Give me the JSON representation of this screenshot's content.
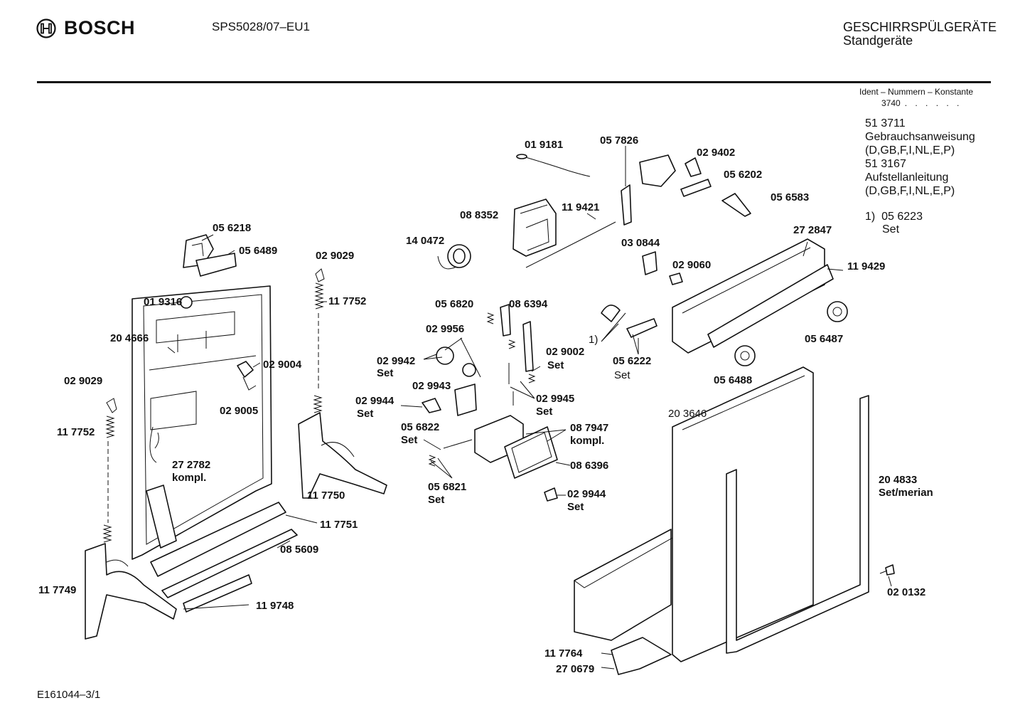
{
  "header": {
    "brand": "BOSCH",
    "model": "SPS5028/07–EU1",
    "category_line1": "GESCHIRRSPÜLGERÄTE",
    "category_line2": "Standgeräte"
  },
  "ident": {
    "heading": "Ident – Nummern – Konstante",
    "value": "3740",
    "dots": ". . . . . ."
  },
  "documents": [
    {
      "number": "51 3711",
      "title": "Gebrauchsanweisung",
      "languages": "(D,GB,F,I,NL,E,P)"
    },
    {
      "number": "51 3167",
      "title": "Aufstellanleitung",
      "languages": "(D,GB,F,I,NL,E,P)"
    }
  ],
  "note": {
    "marker": "1)",
    "number": "05 6223",
    "suffix": "Set"
  },
  "footer": {
    "drawing_id": "E161044–3/1"
  },
  "part_labels": [
    "01 9181",
    "05 7826",
    "02 9402",
    "05 6202",
    "05 6583",
    "08 8352",
    "11 9421",
    "14 0472",
    "27 2847",
    "11 9429",
    "05 6218",
    "05 6489",
    "02 9029",
    "03 0844",
    "02 9060",
    "11 7752",
    "01 9316",
    "05 6820",
    "08 6394",
    "20 4666",
    "02 9956",
    "02 9942",
    "Set",
    "02 9002",
    "Set",
    "05 6222",
    "Set",
    "05 6487",
    "02 9004",
    "02 9029",
    "02 9943",
    "02 9945",
    "05 6488",
    "02 9005",
    "02 9944",
    "Set",
    "Set",
    "20 3646",
    "11 7752",
    "05 6822",
    "Set",
    "08 7947",
    "kompl.",
    "27 2782",
    "kompl.",
    "08 6396",
    "05 6821",
    "Set",
    "11 7750",
    "02 9944",
    "Set",
    "20 4833",
    "Set/merian",
    "11 7751",
    "08 5609",
    "11 7749",
    "02 0132",
    "11 9748",
    "11 7764",
    "27 0679",
    "1)"
  ]
}
